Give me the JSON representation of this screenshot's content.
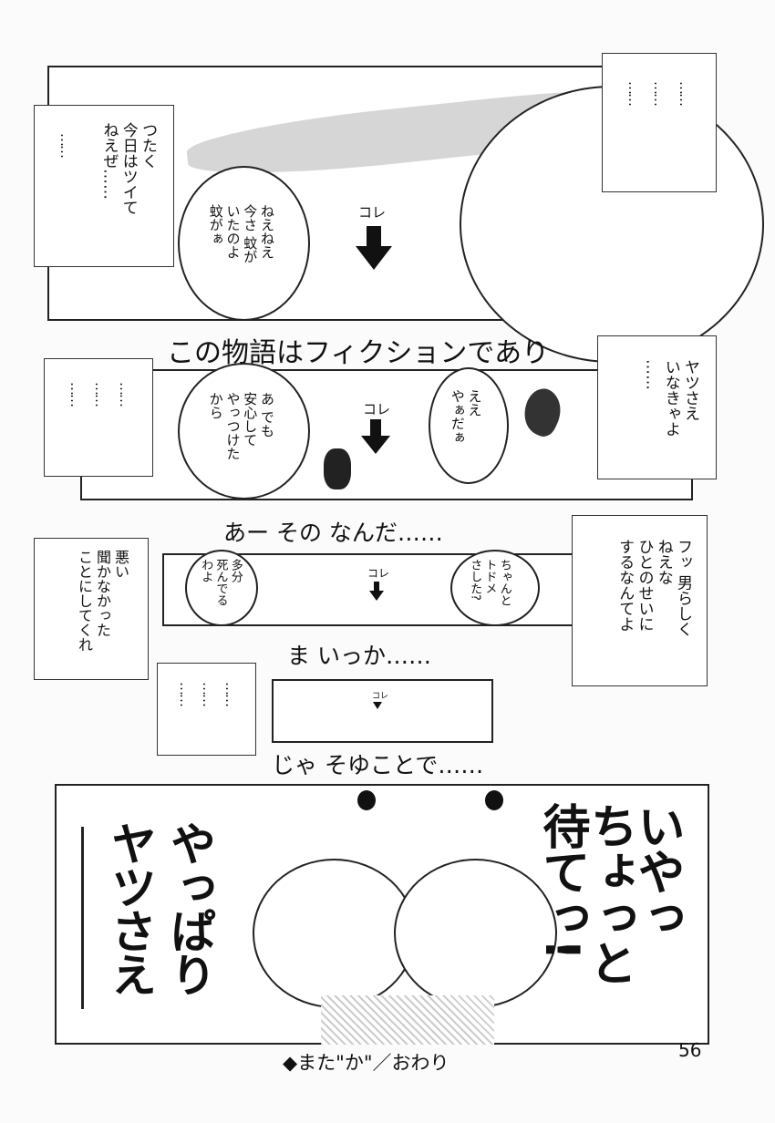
{
  "panel1": {
    "box_left": "つたく\n今日はツイて\nねえぜ……",
    "box_left_dots": "……",
    "box_right_dots": [
      "……",
      "……",
      "……"
    ],
    "bubble": "ねえねえ\n今さ 蚊が\nいたのよ\n蚊がぁ",
    "kore": "コレ"
  },
  "caption1": "この物語はフィクションであり",
  "panel2": {
    "box_left_dots": [
      "……",
      "……",
      "……"
    ],
    "bubble_left": "あ でも\n安心して\nやっつけた\nから",
    "kore": "コレ",
    "bubble_right": "ええ\nやぁだぁ",
    "box_right": "ヤツさえ\nいなきゃよ\n……"
  },
  "caption2": "あー その なんだ……",
  "panel3": {
    "box_left": "悪い\n聞かなかった\nことにしてくれ",
    "bubble_left": "多分\n死んでる\nわよ",
    "kore": "コレ",
    "bubble_right": "ちゃんと\nトドメ\nさした?",
    "box_right": "フッ 男らしく\nねえな\nひとのせいに\nするなんてよ"
  },
  "caption3": "ま いっか……",
  "panel4": {
    "box_left_dots": [
      "……",
      "……",
      "……"
    ],
    "kore": "コレ"
  },
  "caption4": "じゃ そゆことで……",
  "panel5": {
    "shout_right": "いやっ\nちょっと\n待てっ!",
    "shout_left": "やっぱり\nヤツさえ"
  },
  "footer": {
    "diamond": "◆",
    "text": "また\"か\"／おわり",
    "page_number": "56"
  }
}
